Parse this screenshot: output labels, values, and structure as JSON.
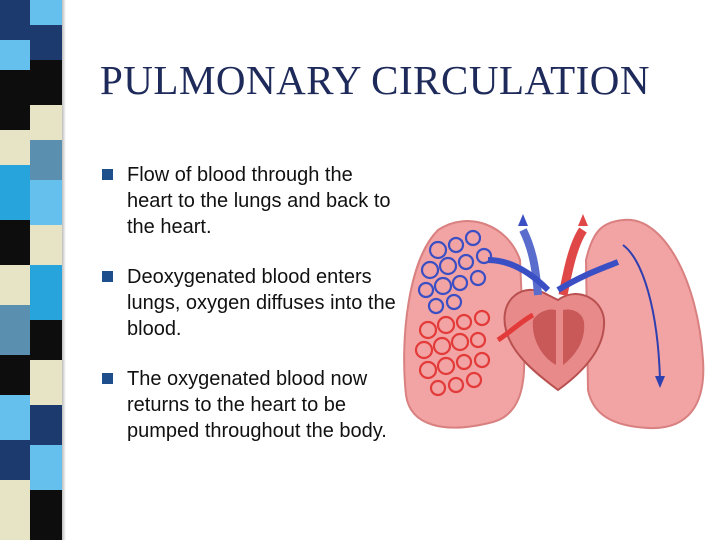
{
  "slide": {
    "title": "PULMONARY CIRCULATION",
    "bullets": [
      "Flow of blood through the heart to the lungs and back to the heart.",
      "Deoxygenated blood enters lungs, oxygen diffuses into the blood.",
      "The oxygenated blood now returns to the heart to be pumped throughout the body."
    ]
  },
  "colors": {
    "title": "#1e2a5a",
    "bullet_marker": "#1f4e8c",
    "lung": "#f2a3a3",
    "deoxygenated": "#3b4fc4",
    "oxygenated": "#e33a3a"
  }
}
